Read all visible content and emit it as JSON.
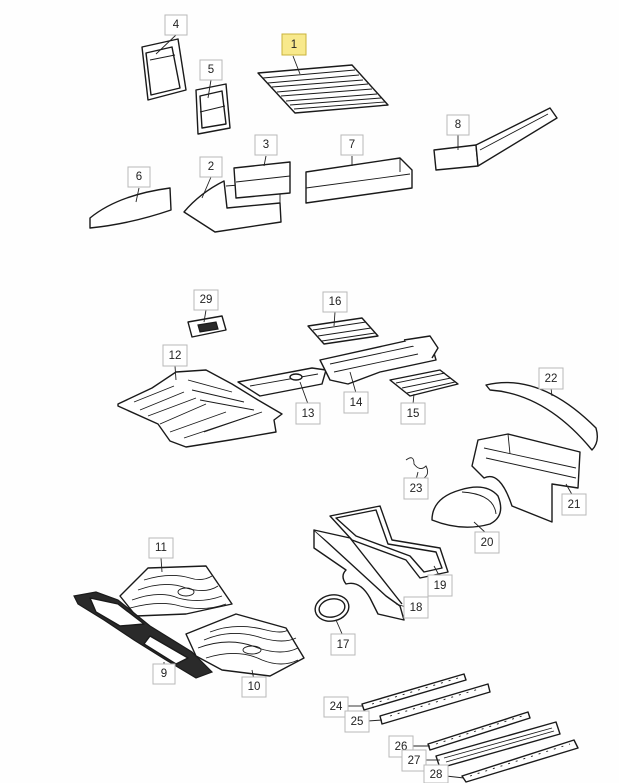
{
  "callouts": {
    "c1": "1",
    "c2": "2",
    "c3": "3",
    "c4": "4",
    "c5": "5",
    "c6": "6",
    "c7": "7",
    "c8": "8",
    "c9": "9",
    "c10": "10",
    "c11": "11",
    "c12": "12",
    "c13": "13",
    "c14": "14",
    "c15": "15",
    "c16": "16",
    "c17": "17",
    "c18": "18",
    "c19": "19",
    "c20": "20",
    "c21": "21",
    "c22": "22",
    "c23": "23",
    "c24": "24",
    "c25": "25",
    "c26": "26",
    "c27": "27",
    "c28": "28",
    "c29": "29"
  },
  "highlighted_part": "1",
  "colors": {
    "highlight": "#f8e98c",
    "line": "#1a1a1a",
    "callout_border": "#b8b8b8"
  }
}
